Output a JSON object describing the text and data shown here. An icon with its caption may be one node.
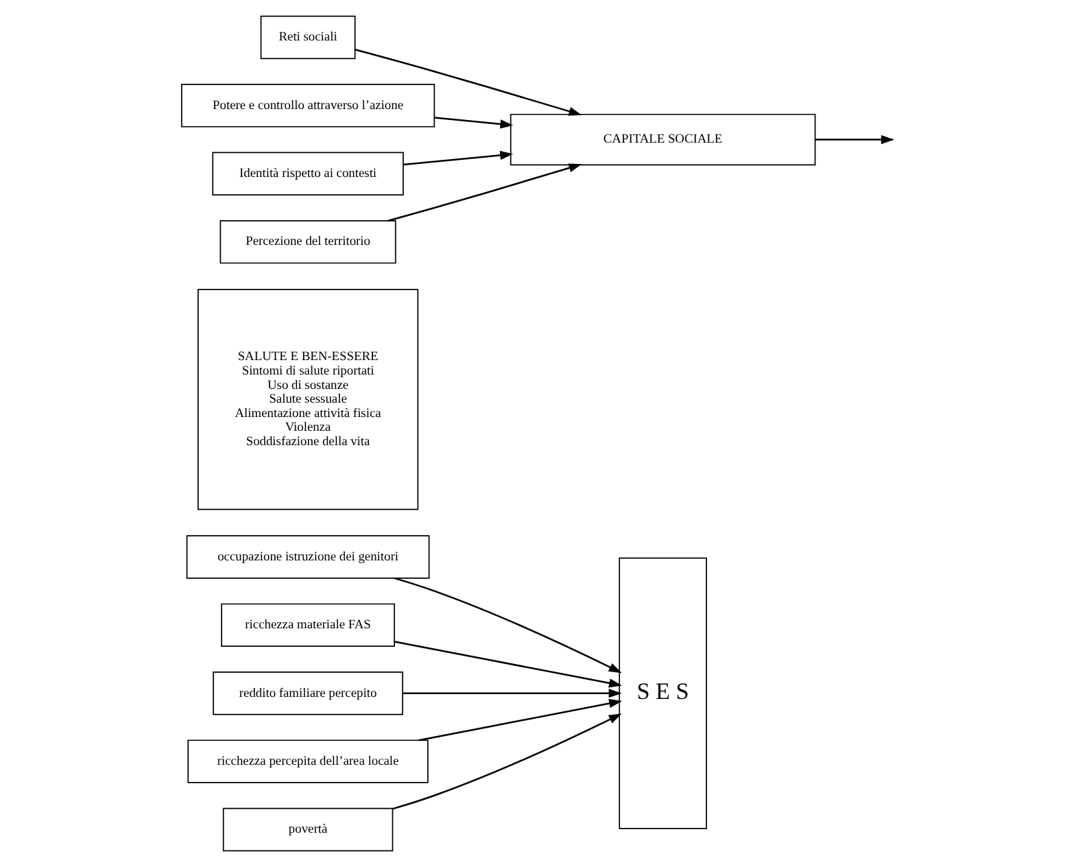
{
  "diagram": {
    "nodes": [
      {
        "text": [
          "occupazione istruzione dei genitori"
        ]
      },
      {
        "text": [
          "ricchezza materiale FAS"
        ]
      },
      {
        "text": [
          "reddito familiare percepito"
        ]
      },
      {
        "text": [
          "ricchezza percepita dell’area locale"
        ]
      },
      {
        "text": [
          "povertà"
        ]
      },
      {
        "text": [
          "S E S"
        ]
      },
      {
        "text": [
          "SALUTE E BEN-ESSERE",
          "Sintomi di salute riportati",
          "Uso di sostanze",
          "Salute sessuale",
          "Alimentazione attività fisica",
          "Violenza",
          "Soddisfazione della vita"
        ]
      },
      {
        "text": [
          "CAPITALE SOCIALE"
        ]
      },
      {
        "text": [
          "Reti sociali"
        ]
      },
      {
        "text": [
          "Potere e controllo attraverso l’azione"
        ]
      },
      {
        "text": [
          "Identità rispetto ai contesti"
        ]
      },
      {
        "text": [
          "Percezione del territorio"
        ]
      }
    ],
    "edges": [
      {
        "from": 0,
        "to": 5,
        "arrow": "to"
      },
      {
        "from": 1,
        "to": 5,
        "arrow": "to"
      },
      {
        "from": 2,
        "to": 5,
        "arrow": "to"
      },
      {
        "from": 3,
        "to": 5,
        "arrow": "to"
      },
      {
        "from": 4,
        "to": 5,
        "arrow": "to"
      },
      {
        "from": 7,
        "to": null,
        "arrow": "to"
      },
      {
        "from": 8,
        "to": 7,
        "arrow": "to"
      },
      {
        "from": 9,
        "to": 7,
        "arrow": "to"
      },
      {
        "from": 10,
        "to": 7,
        "arrow": "to"
      },
      {
        "from": 11,
        "to": 7,
        "arrow": "to"
      }
    ]
  }
}
